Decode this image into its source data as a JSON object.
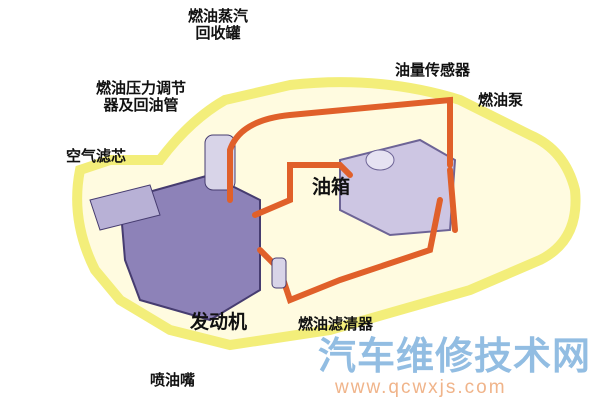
{
  "labels": {
    "vapor_canister": [
      "燃油蒸汽",
      "回收罐"
    ],
    "pressure_regulator": [
      "燃油压力调节",
      "器及回油管"
    ],
    "fuel_level_sensor": "油量传感器",
    "fuel_pump": "燃油泵",
    "air_filter": "空气滤芯",
    "fuel_tank": "油箱",
    "engine": "发动机",
    "fuel_filter": "燃油滤清器",
    "injectors": "喷油嘴"
  },
  "watermark": {
    "text": "汽车维修技术网",
    "url": "www.qcwxjs.com"
  },
  "colors": {
    "car_outline": "#f5f08a",
    "fuel_line": "#e0602a",
    "components": "#9a8ec0"
  }
}
